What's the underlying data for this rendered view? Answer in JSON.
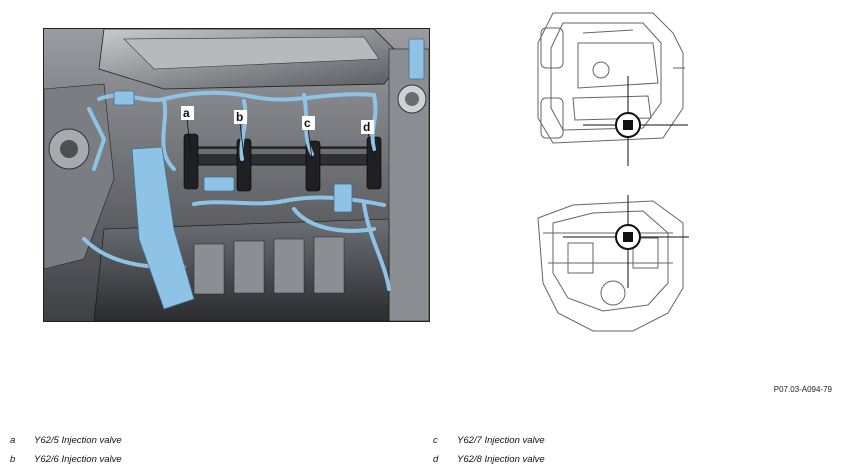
{
  "figure": {
    "callouts": [
      "a",
      "b",
      "c",
      "d"
    ],
    "figure_id": "P07.03-A094-79"
  },
  "legend": [
    {
      "key": "a",
      "text": "Y62/5 Injection valve"
    },
    {
      "key": "b",
      "text": "Y62/6 Injection valve"
    },
    {
      "key": "c",
      "text": "Y62/7 Injection valve"
    },
    {
      "key": "d",
      "text": "Y62/8 Injection valve"
    }
  ],
  "colors": {
    "highlight": "#8fc3e6",
    "engine_dark": "#3b3d41",
    "engine_mid": "#7d8086",
    "engine_light": "#c9cbcf"
  },
  "icons": {
    "engine-render": "engine-illustration",
    "engine-top-view": "engine-top-view-outline",
    "engine-front-view": "engine-front-view-outline",
    "crosshair": "location-crosshair-icon"
  }
}
